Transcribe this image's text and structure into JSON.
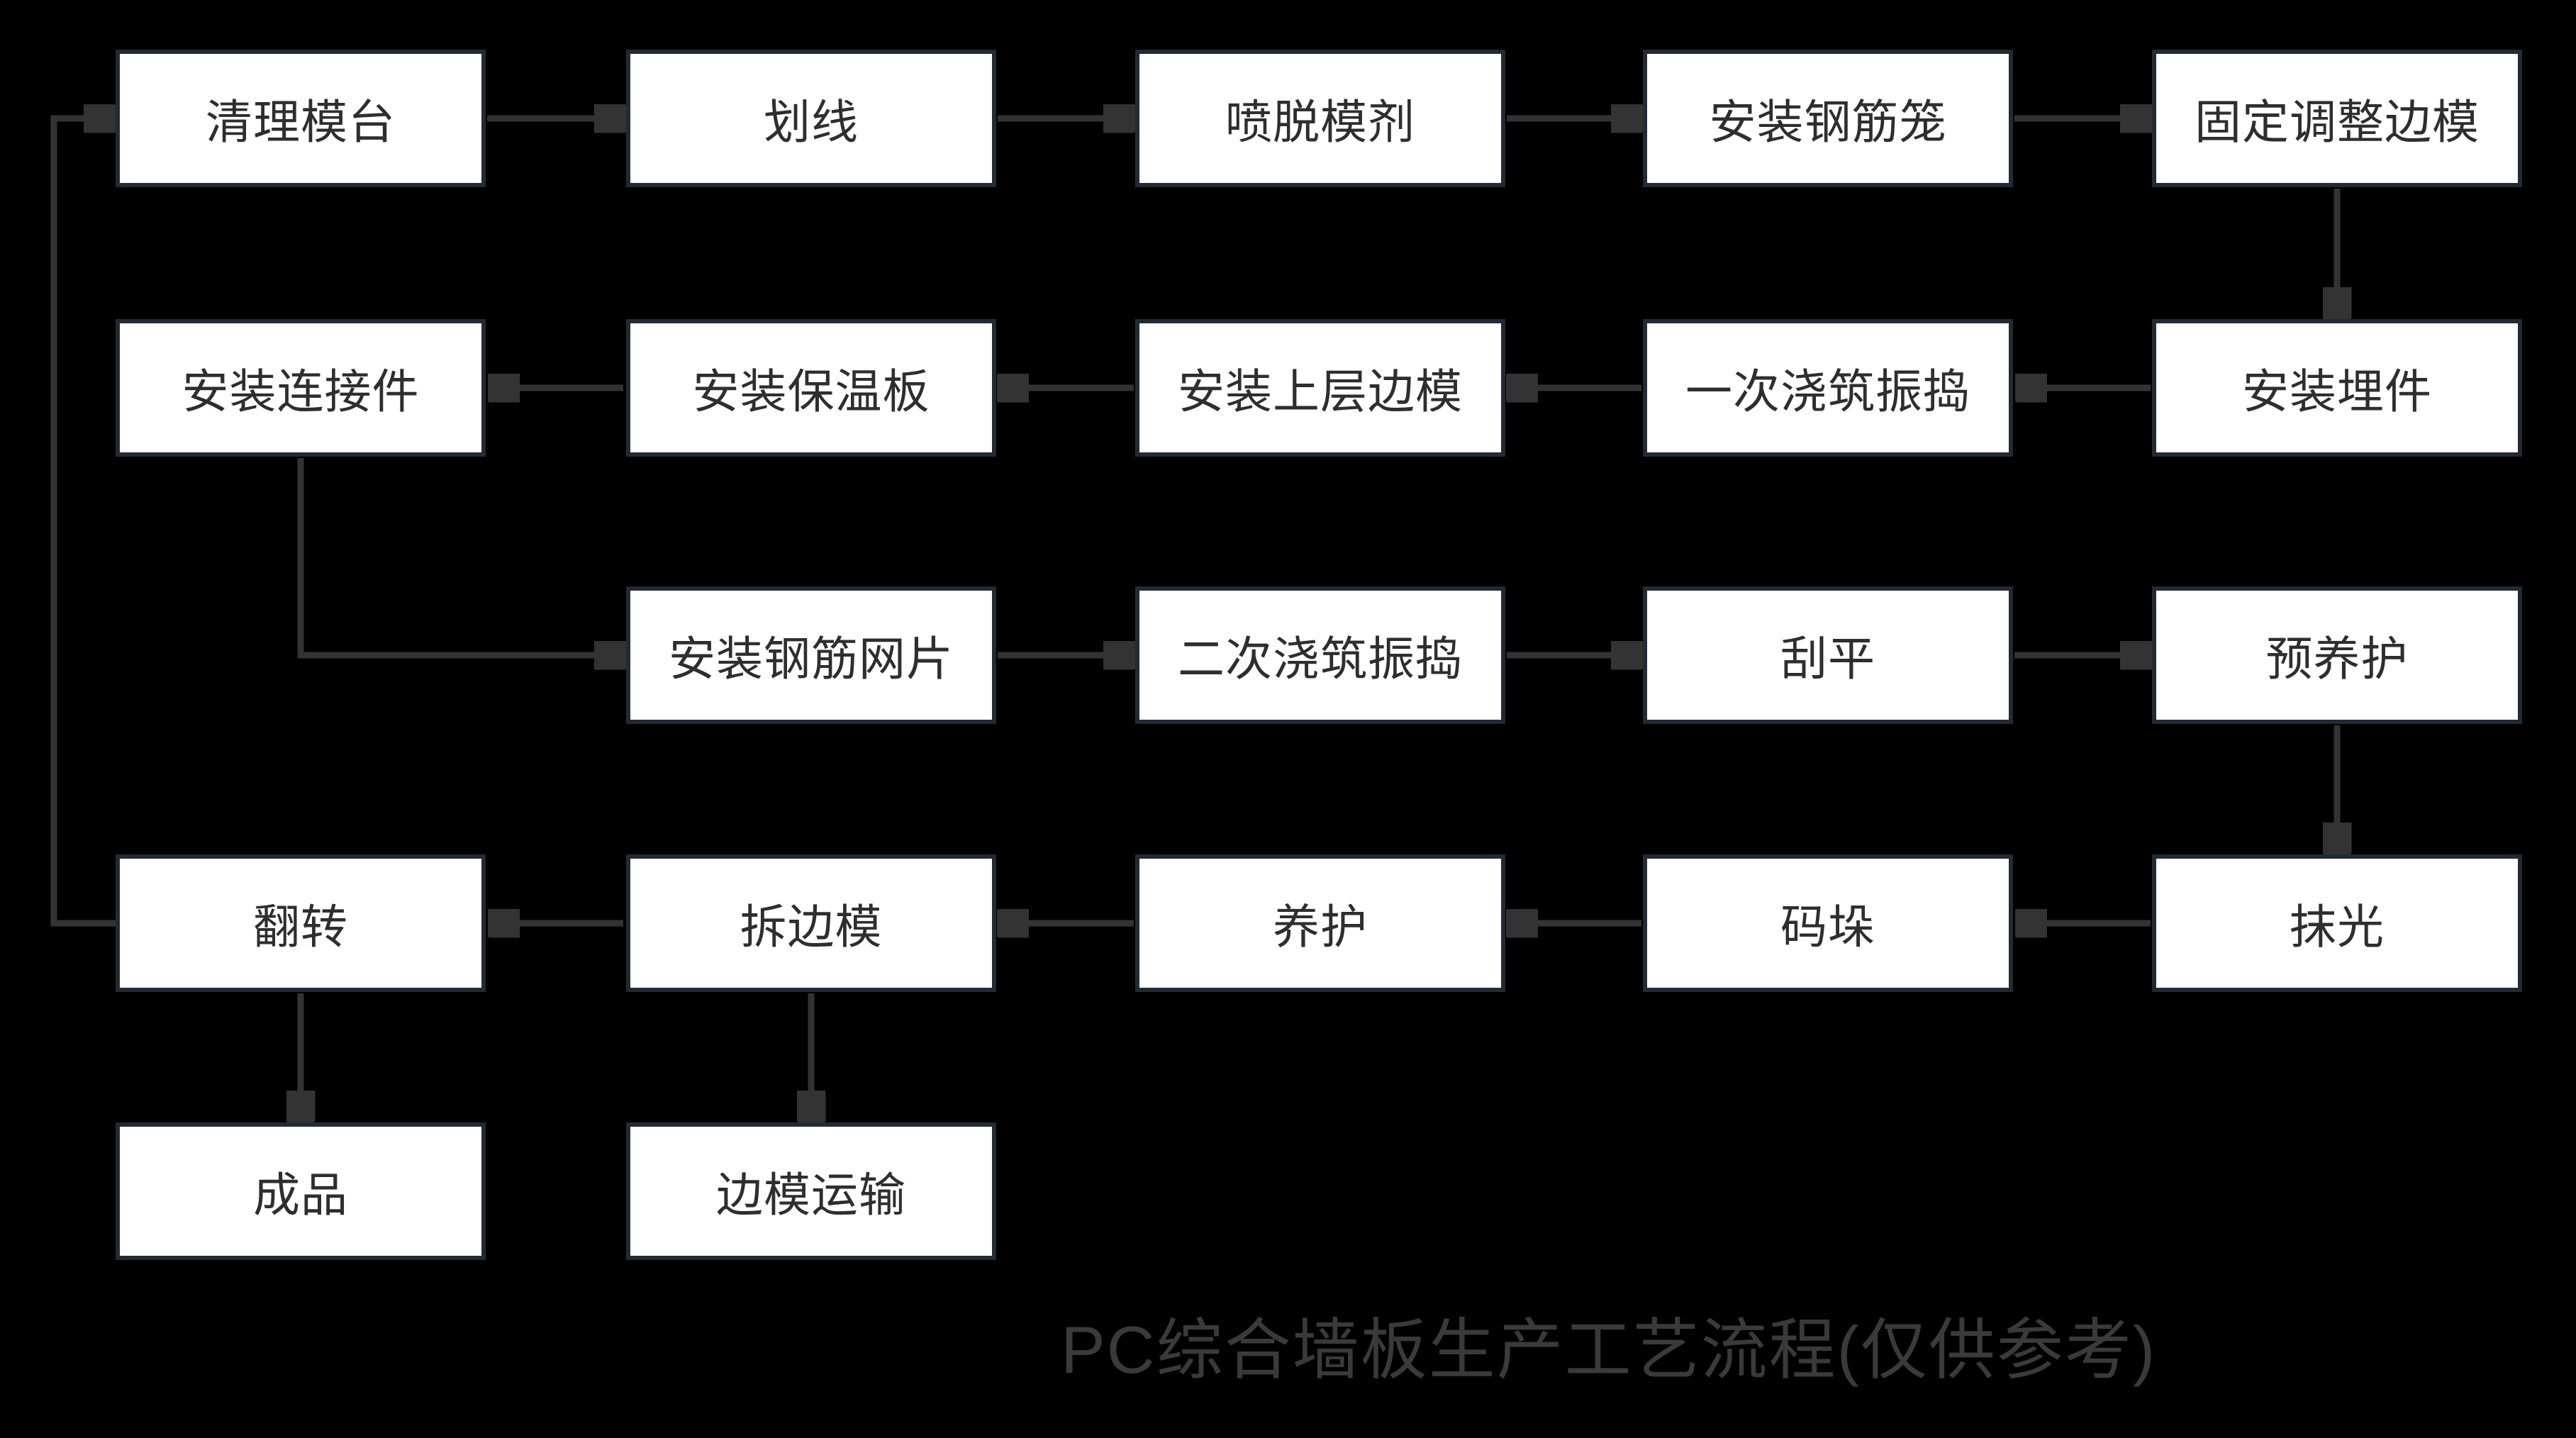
{
  "diagram": {
    "type": "flowchart",
    "title": "PC综合墙板生产工艺流程(仅供参考)",
    "colors": {
      "background": "#000000",
      "node_fill": "#ffffff",
      "node_border": "#222a34",
      "connector": "#333333",
      "node_text": "#2e2e2e",
      "title_text": "#3a3a3a"
    },
    "nodes": [
      {
        "id": "clean-mold-table",
        "label": "清理模台"
      },
      {
        "id": "line-marking",
        "label": "划线"
      },
      {
        "id": "spray-release-agent",
        "label": "喷脱模剂"
      },
      {
        "id": "install-rebar-cage",
        "label": "安装钢筋笼"
      },
      {
        "id": "fix-adjust-side-mold",
        "label": "固定调整边模"
      },
      {
        "id": "install-connectors",
        "label": "安装连接件"
      },
      {
        "id": "install-insulation",
        "label": "安装保温板"
      },
      {
        "id": "install-upper-mold",
        "label": "安装上层边模"
      },
      {
        "id": "first-pour-vibrate",
        "label": "一次浇筑振捣"
      },
      {
        "id": "install-embeds",
        "label": "安装埋件"
      },
      {
        "id": "install-rebar-mesh",
        "label": "安装钢筋网片"
      },
      {
        "id": "second-pour-vibrate",
        "label": "二次浇筑振捣"
      },
      {
        "id": "screeding",
        "label": "刮平"
      },
      {
        "id": "pre-curing",
        "label": "预养护"
      },
      {
        "id": "flip",
        "label": "翻转"
      },
      {
        "id": "remove-side-mold",
        "label": "拆边模"
      },
      {
        "id": "curing",
        "label": "养护"
      },
      {
        "id": "stacking",
        "label": "码垛"
      },
      {
        "id": "trowel-finish",
        "label": "抹光"
      },
      {
        "id": "finished-product",
        "label": "成品"
      },
      {
        "id": "side-mold-transport",
        "label": "边模运输"
      }
    ],
    "edges": [
      {
        "from": "清理模台",
        "to": "划线"
      },
      {
        "from": "划线",
        "to": "喷脱模剂"
      },
      {
        "from": "喷脱模剂",
        "to": "安装钢筋笼"
      },
      {
        "from": "安装钢筋笼",
        "to": "固定调整边模"
      },
      {
        "from": "固定调整边模",
        "to": "安装埋件"
      },
      {
        "from": "安装埋件",
        "to": "一次浇筑振捣"
      },
      {
        "from": "一次浇筑振捣",
        "to": "安装上层边模"
      },
      {
        "from": "安装上层边模",
        "to": "安装保温板"
      },
      {
        "from": "安装保温板",
        "to": "安装连接件"
      },
      {
        "from": "安装连接件",
        "to": "安装钢筋网片"
      },
      {
        "from": "安装钢筋网片",
        "to": "二次浇筑振捣"
      },
      {
        "from": "二次浇筑振捣",
        "to": "刮平"
      },
      {
        "from": "刮平",
        "to": "预养护"
      },
      {
        "from": "预养护",
        "to": "抹光"
      },
      {
        "from": "抹光",
        "to": "码垛"
      },
      {
        "from": "码垛",
        "to": "养护"
      },
      {
        "from": "养护",
        "to": "拆边模"
      },
      {
        "from": "拆边模",
        "to": "翻转"
      },
      {
        "from": "翻转",
        "to": "清理模台"
      },
      {
        "from": "翻转",
        "to": "成品"
      },
      {
        "from": "拆边模",
        "to": "边模运输"
      }
    ]
  }
}
